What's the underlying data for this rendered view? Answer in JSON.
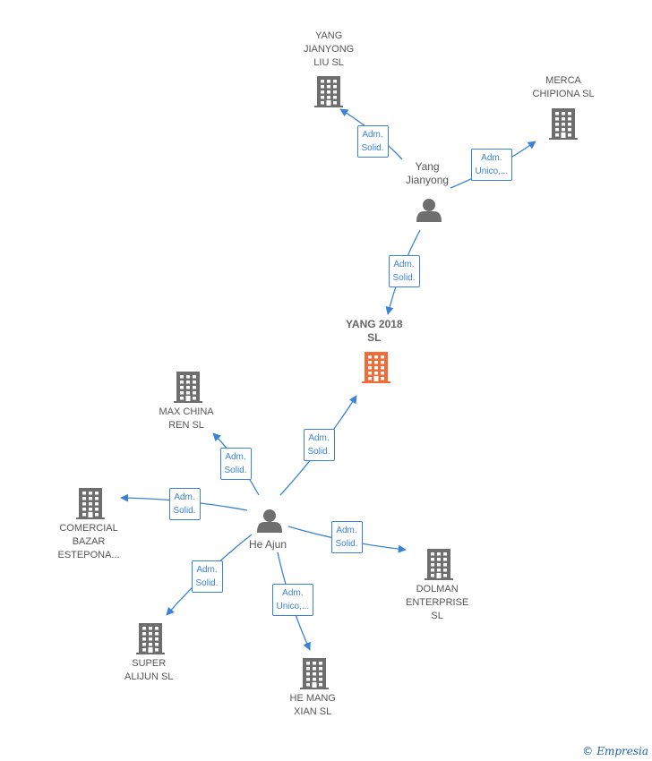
{
  "colors": {
    "edge": "#3a82d6",
    "icon": "#6e6e6e",
    "focus": "#f26a35"
  },
  "nodes": [
    {
      "id": "yang_liu",
      "type": "company",
      "label": "YANG\nJIANYONG\nLIU  SL"
    },
    {
      "id": "merca",
      "type": "company",
      "label": "MERCA\nCHIPIONA SL"
    },
    {
      "id": "yang_person",
      "type": "person",
      "label": "Yang\nJianyong"
    },
    {
      "id": "yang2018",
      "type": "focus",
      "label": "YANG 2018\nSL"
    },
    {
      "id": "maxchina",
      "type": "company",
      "label": "MAX CHINA\nREN  SL"
    },
    {
      "id": "comercial",
      "type": "company",
      "label": "COMERCIAL\nBAZAR\nESTEPONA..."
    },
    {
      "id": "he_ajun",
      "type": "person",
      "label": "He Ajun"
    },
    {
      "id": "dolman",
      "type": "company",
      "label": "DOLMAN\nENTERPRISE\nSL"
    },
    {
      "id": "super",
      "type": "company",
      "label": "SUPER\nALIJUN  SL"
    },
    {
      "id": "hemang",
      "type": "company",
      "label": "HE MANG\nXIAN SL"
    }
  ],
  "edges": [
    {
      "from": "yang_person",
      "to": "yang_liu",
      "label": "Adm.\nSolid."
    },
    {
      "from": "yang_person",
      "to": "merca",
      "label": "Adm.\nUnico,..."
    },
    {
      "from": "yang_person",
      "to": "yang2018",
      "label": "Adm.\nSolid."
    },
    {
      "from": "he_ajun",
      "to": "yang2018",
      "label": "Adm.\nSolid."
    },
    {
      "from": "he_ajun",
      "to": "maxchina",
      "label": "Adm.\nSolid."
    },
    {
      "from": "he_ajun",
      "to": "comercial",
      "label": "Adm.\nSolid."
    },
    {
      "from": "he_ajun",
      "to": "dolman",
      "label": "Adm.\nSolid."
    },
    {
      "from": "he_ajun",
      "to": "super",
      "label": "Adm.\nSolid."
    },
    {
      "from": "he_ajun",
      "to": "hemang",
      "label": "Adm.\nUnico,..."
    }
  ],
  "watermark": {
    "symbol": "©",
    "brand": "Empresia"
  }
}
